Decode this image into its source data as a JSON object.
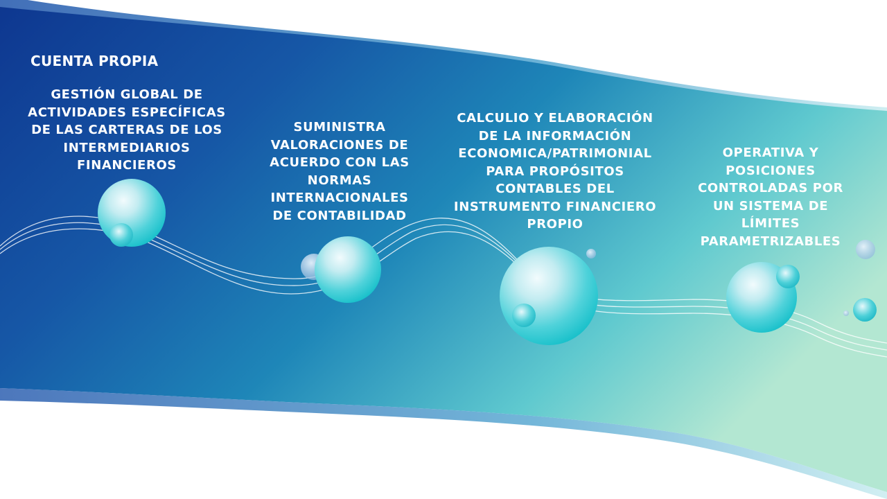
{
  "slide": {
    "title": "CUENTA PROPIA",
    "steps": [
      {
        "text": "GESTIÓN GLOBAL DE\nACTIVIDADES ESPECÍFICAS\nDE LAS CARTERAS DE LOS\nINTERMEDIARIOS\nFINANCIEROS"
      },
      {
        "text": "SUMINISTRA\nVALORACIONES DE\nACUERDO CON LAS\nNORMAS\nINTERNACIONALES\nDE CONTABILIDAD"
      },
      {
        "text": "CALCULIO Y ELABORACIÓN\nDE LA INFORMACIÓN\nECONOMICA/PATRIMONIAL\nPARA PROPÓSITOS\nCONTABLES DEL\nINSTRUMENTO FINANCIERO\nPROPIO"
      },
      {
        "text": "OPERATIVA Y\nPOSICIONES\nCONTROLADAS POR\nUN SISTEMA DE\nLÍMITES\nPARAMETRIZABLES"
      }
    ]
  },
  "colors": {
    "band_start": "#0f3a8f",
    "band_mid": "#1f86b9",
    "band_end": "#a9e2d2",
    "sphere": "#21c6cf",
    "text": "#ffffff"
  }
}
